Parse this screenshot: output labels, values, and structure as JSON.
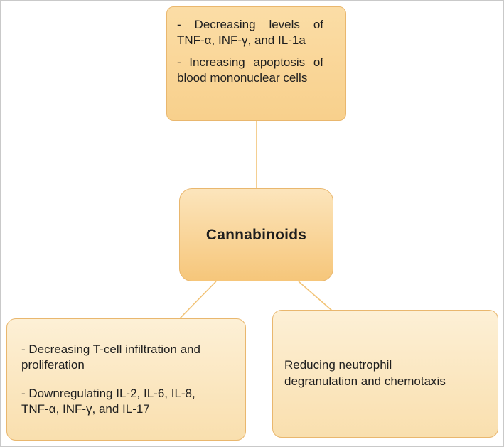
{
  "colors": {
    "line": "#f2c377",
    "box_border": "#e9b76e",
    "top_box_bg_start": "#fbdda6",
    "top_box_bg_end": "#f8d08c",
    "center_box_bg_start": "#fce5bc",
    "center_box_bg_end": "#f6c67a",
    "leaf_box_bg_start": "#fdf0d6",
    "leaf_box_bg_end": "#f9dfae",
    "text": "#1f1f1f"
  },
  "nodes": {
    "center": {
      "label": "Cannabinoids"
    },
    "top": {
      "p1": "- Decreasing levels of TNF-α, INF-γ, and IL-1a",
      "p2": "- Increasing apoptosis of blood mononuclear cells"
    },
    "bottom_left": {
      "p1": "- Decreasing T-cell infiltration and proliferation",
      "p2": "- Downregulating IL-2, IL-6, IL-8, TNF-α, INF-γ, and IL-17"
    },
    "bottom_right": {
      "text": "Reducing neutrophil degranulation and chemotaxis"
    }
  }
}
